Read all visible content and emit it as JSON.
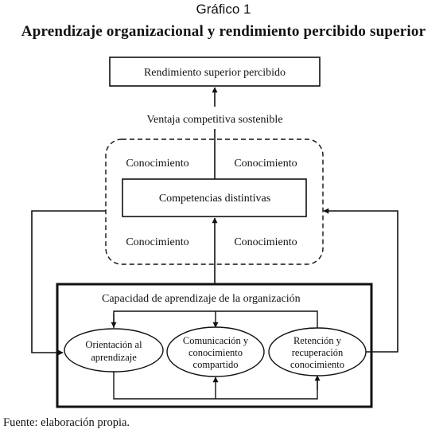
{
  "header": {
    "label": "Gráfico 1",
    "title": "Aprendizaje organizacional y rendimiento percibido superior"
  },
  "diagram": {
    "top_box": "Rendimiento superior percibido",
    "advantage_label": "Ventaja competitiva sostenible",
    "knowledge_labels": [
      "Conocimiento",
      "Conocimiento",
      "Conocimiento",
      "Conocimiento"
    ],
    "center_box": "Competencias distintivas",
    "capacity_title": "Capacidad de aprendizaje de la organización",
    "ellipses": [
      {
        "lines": [
          "Orientación al",
          "aprendizaje"
        ]
      },
      {
        "lines": [
          "Comunicación y",
          "conocimiento",
          "compartido"
        ]
      },
      {
        "lines": [
          "Retención y",
          "recuperación",
          "conocimiento"
        ]
      }
    ]
  },
  "footer": {
    "source": "Fuente: elaboración propia."
  }
}
